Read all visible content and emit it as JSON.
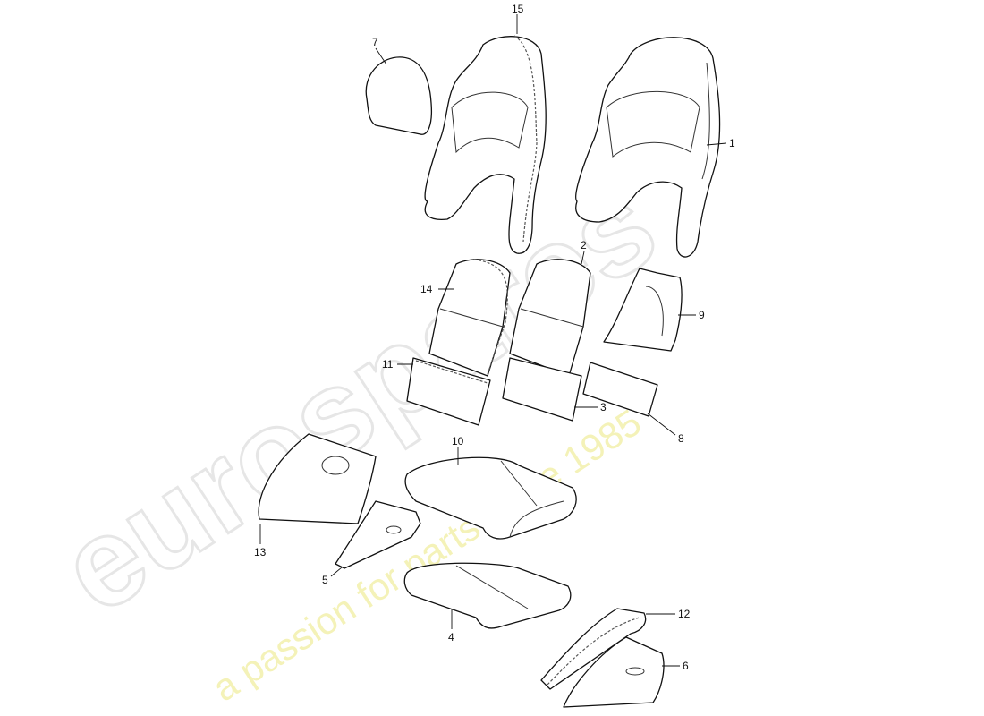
{
  "watermark": {
    "brand": "eurospares",
    "tagline": "a passion for parts since 1985",
    "colors": {
      "brand": "#e6e6e6",
      "tagline": "#f4f2b8"
    }
  },
  "callouts": [
    {
      "id": "c15",
      "label": "15"
    },
    {
      "id": "c7",
      "label": "7"
    },
    {
      "id": "c1",
      "label": "1"
    },
    {
      "id": "c2",
      "label": "2"
    },
    {
      "id": "c14",
      "label": "14"
    },
    {
      "id": "c9",
      "label": "9"
    },
    {
      "id": "c11",
      "label": "11"
    },
    {
      "id": "c3",
      "label": "3"
    },
    {
      "id": "c8",
      "label": "8"
    },
    {
      "id": "c10",
      "label": "10"
    },
    {
      "id": "c13",
      "label": "13"
    },
    {
      "id": "c5",
      "label": "5"
    },
    {
      "id": "c4",
      "label": "4"
    },
    {
      "id": "c12",
      "label": "12"
    },
    {
      "id": "c6",
      "label": "6"
    }
  ]
}
